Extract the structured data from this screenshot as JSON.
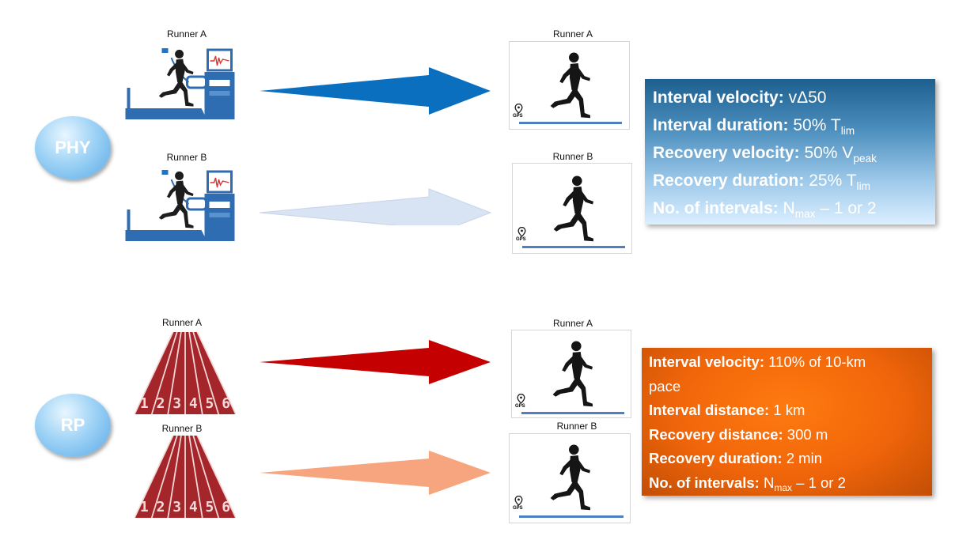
{
  "groups": {
    "phy": {
      "bubble": "PHY",
      "left_a": "Runner A",
      "left_b": "Runner B",
      "right_a": "Runner A",
      "right_b": "Runner B",
      "panel": {
        "r1_label": "Interval velocity:",
        "r1_value": " vΔ50",
        "r2_label": "Interval duration:",
        "r2_value": " 50% T",
        "r2_sub": "lim",
        "r3_label": "Recovery velocity:",
        "r3_value": " 50% V",
        "r3_sub": "peak",
        "r4_label": "Recovery duration:",
        "r4_value": " 25% T",
        "r4_sub": "lim",
        "r5_label": "No. of intervals:",
        "r5_value": " N",
        "r5_sub": "max",
        "r5_tail": " – 1 or 2"
      }
    },
    "rp": {
      "bubble": "RP",
      "left_a": "Runner A",
      "left_b": "Runner B",
      "right_a": "Runner A",
      "right_b": "Runner B",
      "panel": {
        "r1_label": "Interval velocity:",
        "r1_value": " 110% of 10-km",
        "r1_cont": "pace",
        "r2_label": "Interval distance:",
        "r2_value": " 1 km",
        "r3_label": "Recovery distance:",
        "r3_value": " 300 m",
        "r4_label": "Recovery duration:",
        "r4_value": " 2 min",
        "r5_label": "No. of intervals:",
        "r5_value": " N",
        "r5_sub": "max",
        "r5_tail": " – 1 or 2"
      }
    }
  },
  "icons": {
    "gps_label": "GPS",
    "lane_numbers": [
      "1",
      "2",
      "3",
      "4",
      "5",
      "6"
    ]
  },
  "colors": {
    "arrow_phy_a": "#0b6fc0",
    "arrow_phy_b": "#d8e3f3",
    "arrow_rp_a": "#c40000",
    "arrow_rp_b": "#f7a57e",
    "track": "#a5262a",
    "equipment": "#2f6db3"
  }
}
